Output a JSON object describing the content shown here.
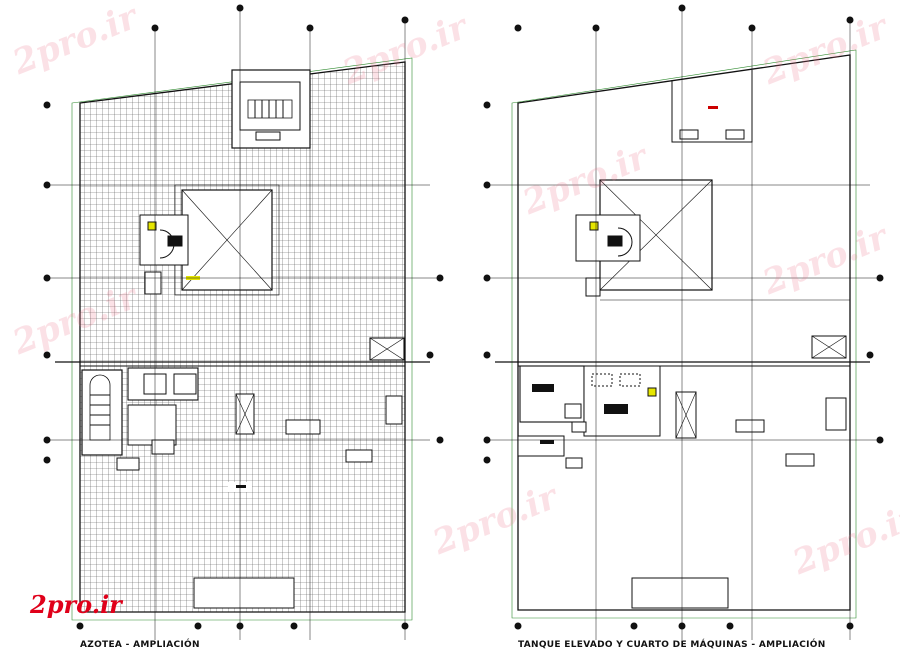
{
  "captions": {
    "left": "AZOTEA - AMPLIACIÓN",
    "right": "TANQUE ELEVADO Y CUARTO DE MÁQUINAS - AMPLIACIÓN"
  },
  "logo": {
    "text": "2pro.ir"
  },
  "watermarks": [
    "2pro.ir",
    "2pro.ir",
    "2pro.ir",
    "2pro.ir",
    "2pro.ir",
    "2pro.ir",
    "2pro.ir",
    "2pro.ir"
  ],
  "colors": {
    "line": "#111111",
    "accent_green": "#2e8b2e",
    "accent_yellow": "#e6e600",
    "accent_red": "#cc0000",
    "grid": "#555555",
    "logo_red": "#e0001a"
  }
}
